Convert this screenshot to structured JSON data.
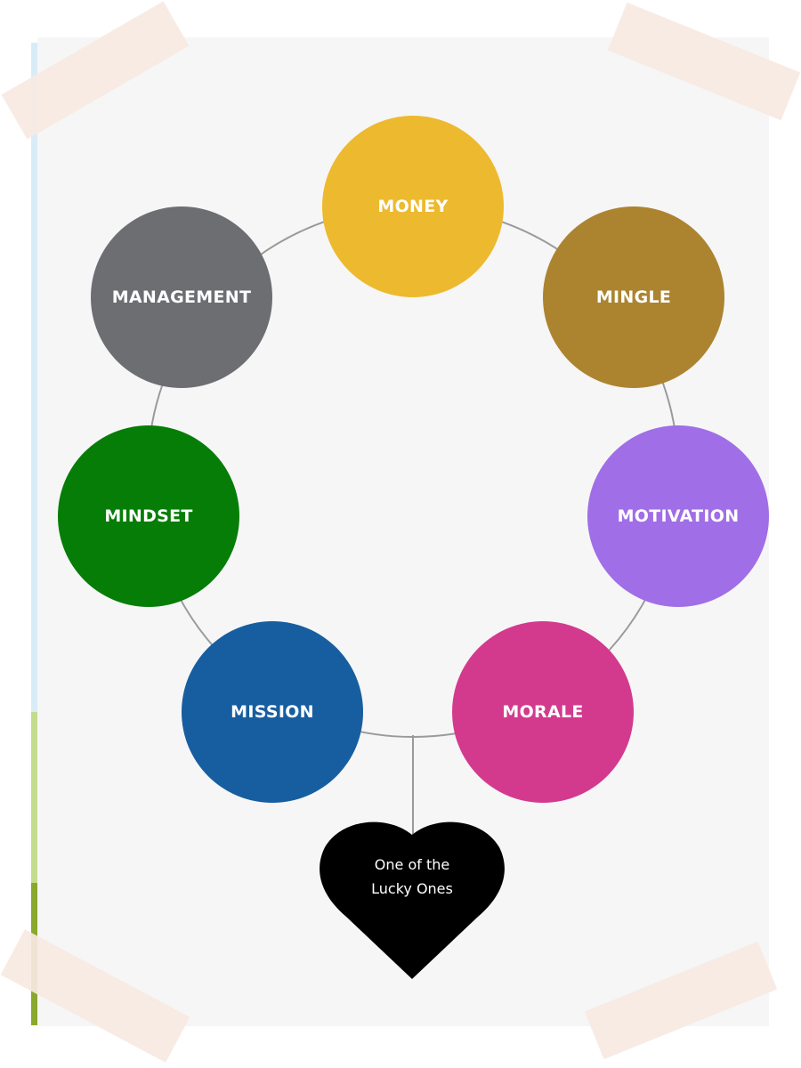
{
  "colors": {
    "paper": "#f6f6f7",
    "tape": "#f7e9e2",
    "connector": "#9a9a9a",
    "strip_blue": "#d8ecf8",
    "strip_light_green": "#c3dd8c",
    "strip_dark_green": "#8aa82b",
    "heart": "#000000"
  },
  "nodes": [
    {
      "id": "money",
      "label": "MONEY",
      "color": "#edb92e"
    },
    {
      "id": "mingle",
      "label": "MINGLE",
      "color": "#ac8430"
    },
    {
      "id": "motivation",
      "label": "MOTIVATION",
      "color": "#a06ee6"
    },
    {
      "id": "morale",
      "label": "MORALE",
      "color": "#d33a8e"
    },
    {
      "id": "mission",
      "label": "MISSION",
      "color": "#175ea0"
    },
    {
      "id": "mindset",
      "label": "MINDSET",
      "color": "#057d06"
    },
    {
      "id": "management",
      "label": "MANAGEMENT",
      "color": "#6d6e72"
    }
  ],
  "center": {
    "line1": "One of the",
    "line2": "Lucky Ones",
    "icon": "heart-icon"
  }
}
